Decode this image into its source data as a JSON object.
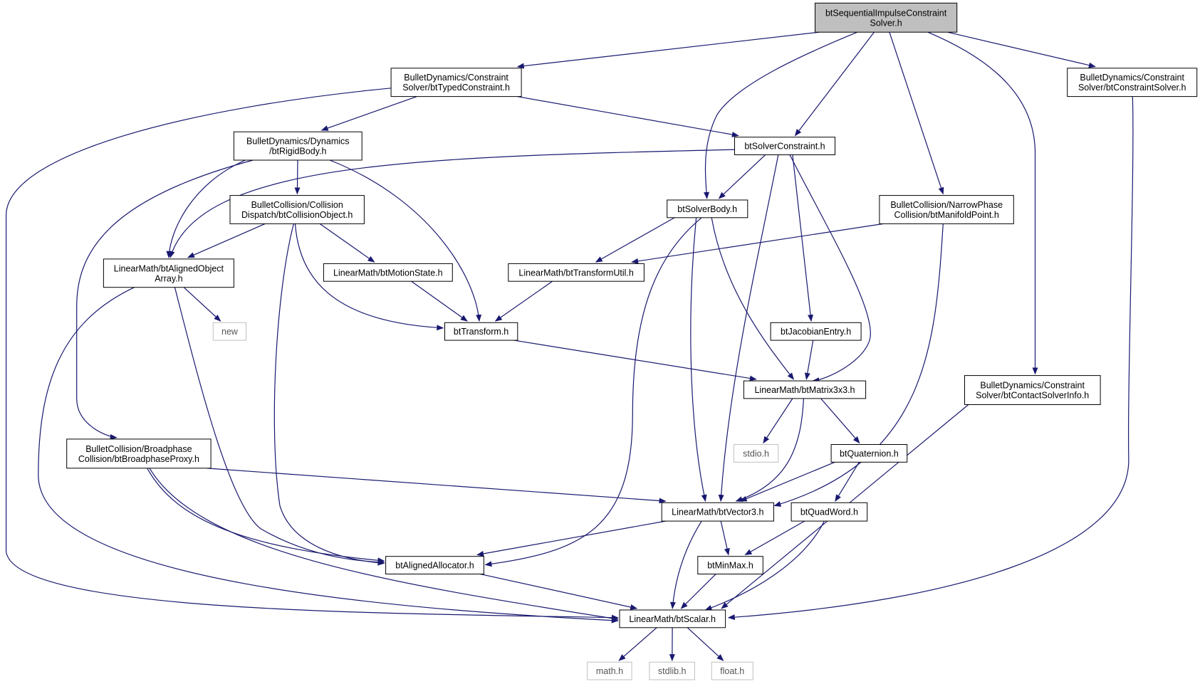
{
  "graph": {
    "nodes": [
      {
        "id": "root",
        "lines": [
          "btSequentialImpulseConstraint",
          "Solver.h"
        ],
        "style": "root"
      },
      {
        "id": "typed",
        "lines": [
          "BulletDynamics/Constraint",
          "Solver/btTypedConstraint.h"
        ],
        "style": "normal"
      },
      {
        "id": "csolver",
        "lines": [
          "BulletDynamics/Constraint",
          "Solver/btConstraintSolver.h"
        ],
        "style": "normal"
      },
      {
        "id": "rigid",
        "lines": [
          "BulletDynamics/Dynamics",
          "/btRigidBody.h"
        ],
        "style": "normal"
      },
      {
        "id": "solvercons",
        "lines": [
          "btSolverConstraint.h"
        ],
        "style": "normal"
      },
      {
        "id": "collobj",
        "lines": [
          "BulletCollision/Collision",
          "Dispatch/btCollisionObject.h"
        ],
        "style": "normal"
      },
      {
        "id": "solverbody",
        "lines": [
          "btSolverBody.h"
        ],
        "style": "normal"
      },
      {
        "id": "manifold",
        "lines": [
          "BulletCollision/NarrowPhase",
          "Collision/btManifoldPoint.h"
        ],
        "style": "normal"
      },
      {
        "id": "alignedarr",
        "lines": [
          "LinearMath/btAlignedObject",
          "Array.h"
        ],
        "style": "normal"
      },
      {
        "id": "motion",
        "lines": [
          "LinearMath/btMotionState.h"
        ],
        "style": "normal"
      },
      {
        "id": "transutil",
        "lines": [
          "LinearMath/btTransformUtil.h"
        ],
        "style": "normal"
      },
      {
        "id": "new",
        "lines": [
          "new"
        ],
        "style": "external"
      },
      {
        "id": "transform",
        "lines": [
          "btTransform.h"
        ],
        "style": "normal"
      },
      {
        "id": "jacobian",
        "lines": [
          "btJacobianEntry.h"
        ],
        "style": "normal"
      },
      {
        "id": "matrix",
        "lines": [
          "LinearMath/btMatrix3x3.h"
        ],
        "style": "normal"
      },
      {
        "id": "contactinfo",
        "lines": [
          "BulletDynamics/Constraint",
          "Solver/btContactSolverInfo.h"
        ],
        "style": "normal"
      },
      {
        "id": "broadphase",
        "lines": [
          "BulletCollision/Broadphase",
          "Collision/btBroadphaseProxy.h"
        ],
        "style": "normal"
      },
      {
        "id": "stdio",
        "lines": [
          "stdio.h"
        ],
        "style": "external"
      },
      {
        "id": "quaternion",
        "lines": [
          "btQuaternion.h"
        ],
        "style": "normal"
      },
      {
        "id": "vector3",
        "lines": [
          "LinearMath/btVector3.h"
        ],
        "style": "normal"
      },
      {
        "id": "quadword",
        "lines": [
          "btQuadWord.h"
        ],
        "style": "normal"
      },
      {
        "id": "alloc",
        "lines": [
          "btAlignedAllocator.h"
        ],
        "style": "normal"
      },
      {
        "id": "minmax",
        "lines": [
          "btMinMax.h"
        ],
        "style": "normal"
      },
      {
        "id": "scalar",
        "lines": [
          "LinearMath/btScalar.h"
        ],
        "style": "normal"
      },
      {
        "id": "math",
        "lines": [
          "math.h"
        ],
        "style": "external"
      },
      {
        "id": "stdlib",
        "lines": [
          "stdlib.h"
        ],
        "style": "external"
      },
      {
        "id": "float",
        "lines": [
          "float.h"
        ],
        "style": "external"
      }
    ],
    "edges": [
      [
        "root",
        "typed"
      ],
      [
        "root",
        "solverbody"
      ],
      [
        "root",
        "solvercons"
      ],
      [
        "root",
        "manifold"
      ],
      [
        "root",
        "contactinfo"
      ],
      [
        "root",
        "csolver"
      ],
      [
        "typed",
        "rigid"
      ],
      [
        "typed",
        "solvercons"
      ],
      [
        "typed",
        "scalar"
      ],
      [
        "csolver",
        "scalar"
      ],
      [
        "rigid",
        "collobj"
      ],
      [
        "rigid",
        "alignedarr"
      ],
      [
        "rigid",
        "transform"
      ],
      [
        "rigid",
        "broadphase"
      ],
      [
        "solvercons",
        "alignedarr"
      ],
      [
        "solvercons",
        "solverbody"
      ],
      [
        "solvercons",
        "jacobian"
      ],
      [
        "solvercons",
        "matrix"
      ],
      [
        "solvercons",
        "vector3"
      ],
      [
        "collobj",
        "alignedarr"
      ],
      [
        "collobj",
        "motion"
      ],
      [
        "collobj",
        "transform"
      ],
      [
        "collobj",
        "alloc"
      ],
      [
        "solverbody",
        "transutil"
      ],
      [
        "solverbody",
        "matrix"
      ],
      [
        "solverbody",
        "vector3"
      ],
      [
        "solverbody",
        "alloc"
      ],
      [
        "manifold",
        "transutil"
      ],
      [
        "manifold",
        "vector3"
      ],
      [
        "alignedarr",
        "new"
      ],
      [
        "alignedarr",
        "alloc"
      ],
      [
        "alignedarr",
        "scalar"
      ],
      [
        "motion",
        "transform"
      ],
      [
        "transutil",
        "transform"
      ],
      [
        "transform",
        "matrix"
      ],
      [
        "jacobian",
        "matrix"
      ],
      [
        "matrix",
        "stdio"
      ],
      [
        "matrix",
        "quaternion"
      ],
      [
        "matrix",
        "vector3"
      ],
      [
        "contactinfo",
        "scalar"
      ],
      [
        "broadphase",
        "vector3"
      ],
      [
        "broadphase",
        "alloc"
      ],
      [
        "broadphase",
        "scalar"
      ],
      [
        "quaternion",
        "vector3"
      ],
      [
        "quaternion",
        "quadword"
      ],
      [
        "vector3",
        "alloc"
      ],
      [
        "vector3",
        "minmax"
      ],
      [
        "vector3",
        "scalar"
      ],
      [
        "quadword",
        "minmax"
      ],
      [
        "quadword",
        "scalar"
      ],
      [
        "alloc",
        "scalar"
      ],
      [
        "minmax",
        "scalar"
      ],
      [
        "scalar",
        "math"
      ],
      [
        "scalar",
        "stdlib"
      ],
      [
        "scalar",
        "float"
      ]
    ]
  }
}
